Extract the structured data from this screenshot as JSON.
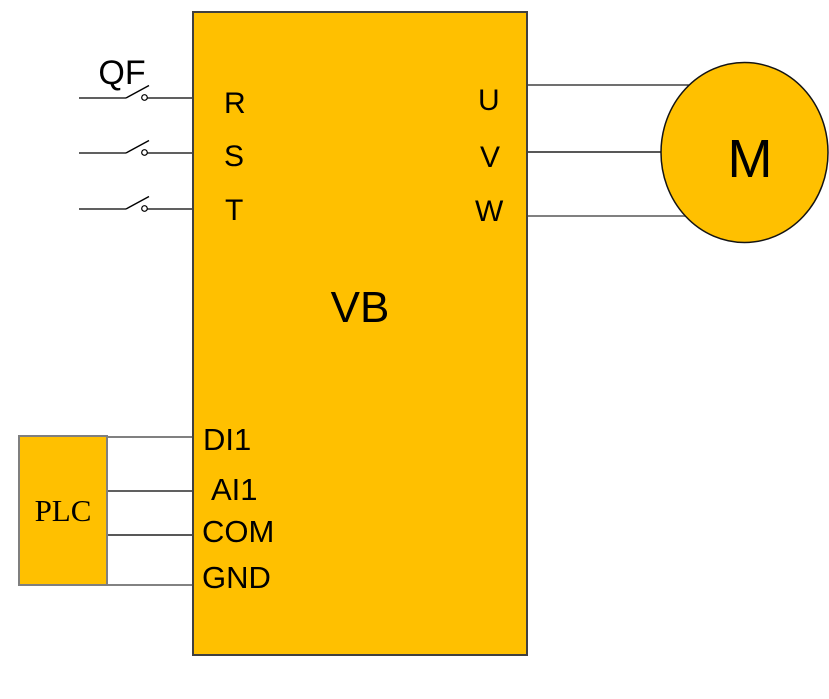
{
  "diagram": {
    "type": "wiring-schematic",
    "background": "#ffffff",
    "colors": {
      "block_fill": "#FFC000",
      "vb_border": "#404040",
      "plc_border": "#7f7f7f",
      "motor_border": "#141414",
      "wire_black": "#000000",
      "wire_dark": "#404040",
      "wire_gray": "#808080",
      "wire_mid": "#595959",
      "text": "#000000"
    },
    "breaker": {
      "label": "QF"
    },
    "inverter": {
      "label": "VB",
      "input_terminals": [
        "R",
        "S",
        "T"
      ],
      "output_terminals": [
        "U",
        "V",
        "W"
      ],
      "control_terminals": [
        "DI1",
        "AI1",
        "COM",
        "GND"
      ]
    },
    "plc": {
      "label": "PLC"
    },
    "motor": {
      "label": "M"
    }
  }
}
